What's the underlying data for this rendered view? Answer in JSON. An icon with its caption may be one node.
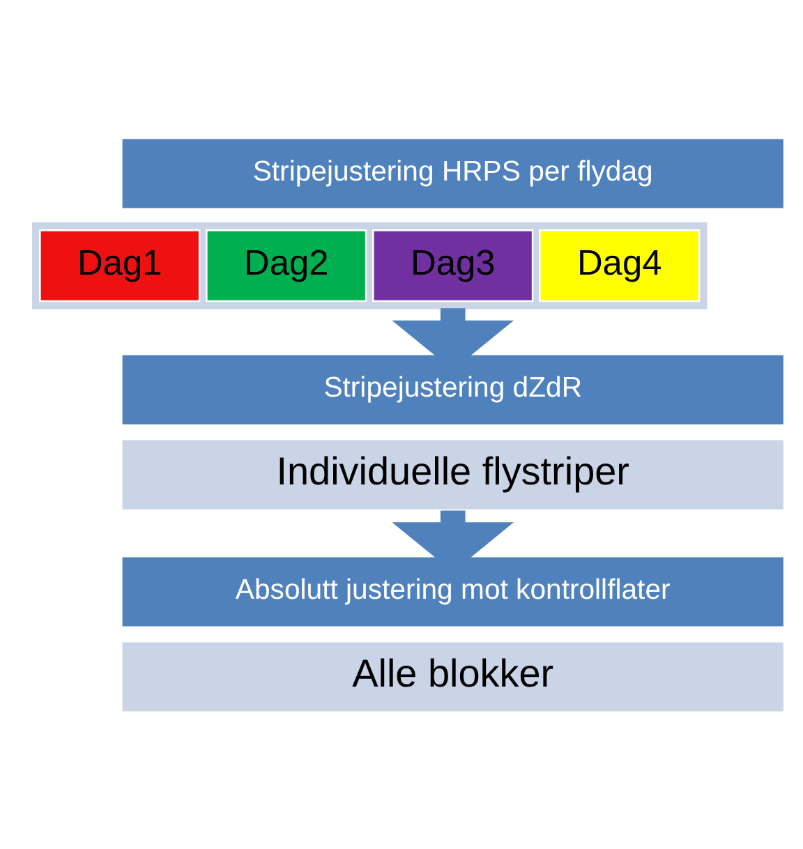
{
  "diagram": {
    "nodes": [
      {
        "text": [
          "Stripejustering HRPS per flydag"
        ]
      },
      {
        "text": [],
        "shape": "box"
      },
      {
        "text": [
          "Dag1"
        ],
        "in": 1
      },
      {
        "text": [
          "Dag2"
        ],
        "in": 1
      },
      {
        "text": [
          "Dag3"
        ],
        "in": 1
      },
      {
        "text": [
          "Dag4"
        ],
        "in": 1
      },
      {
        "text": [
          "Stripejustering dZdR"
        ]
      },
      {
        "text": [
          "Individuelle flystriper"
        ]
      },
      {
        "text": [
          "Absolutt justering mot kontrollflater"
        ]
      },
      {
        "text": [
          "Alle blokker"
        ]
      }
    ],
    "edges": [
      {
        "from": 1,
        "to": 6,
        "arrow": "to"
      },
      {
        "from": 7,
        "to": 8,
        "arrow": "to"
      }
    ]
  }
}
